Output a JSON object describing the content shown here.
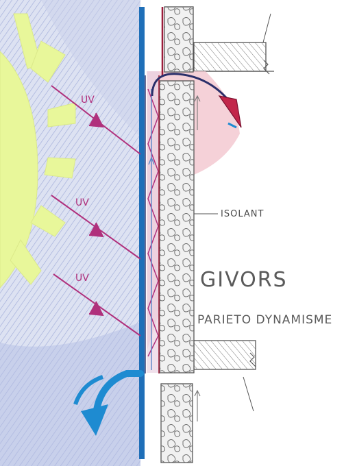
{
  "labels": {
    "uv_1": "UV",
    "uv_2": "UV",
    "uv_3": "UV",
    "insulation": "ISOLANT",
    "title": "GIVORS",
    "subtitle": "PARIETO DYNAMISME"
  },
  "colors": {
    "sky": "#c9d0ea",
    "sky_hatch": "#9aa6d6",
    "sun": "#e8f79a",
    "uv_ray": "#b0307c",
    "glass": "#1f6fb8",
    "cavity_air": "#f3c9d1",
    "warm_air_arrow": "#2a2f6a",
    "warm_air_head": "#c2264a",
    "cool_air_arrow": "#1e8bd1",
    "insulation_fill": "#f1f1f1",
    "insulation_pattern": "#6e6e6e",
    "slab_hatch": "#777777",
    "ink": "#4a4a4a"
  },
  "icons": {
    "sun": "sun-icon",
    "uv_arrow": "arrow-right-down-icon",
    "warm_air": "curved-arrow-icon",
    "cool_air": "curved-arrow-icon"
  }
}
